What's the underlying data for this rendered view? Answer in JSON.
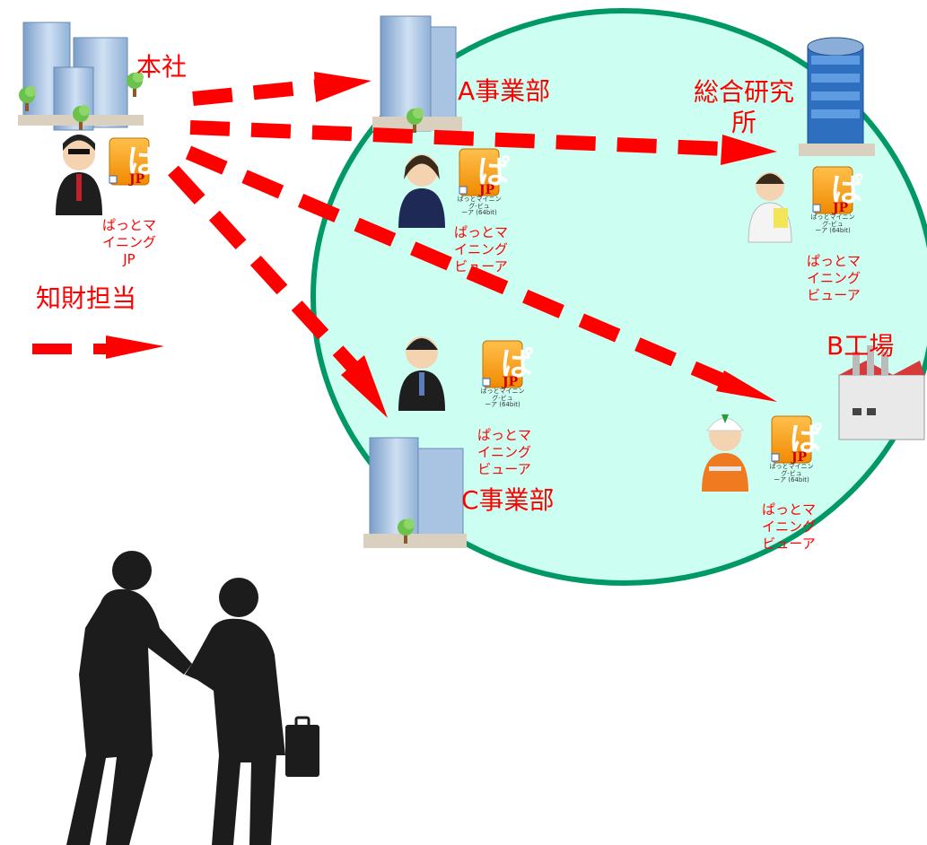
{
  "labels": {
    "headquarters": "本社",
    "division_a": "A事業部",
    "research_lab": "総合研究\n所",
    "ip_staff": "知財担当",
    "factory_b": "B工場",
    "division_c": "C事業部",
    "app_hq": "ぱっとマ\nイニング\nJP",
    "app_a": "ぱっとマ\nイニング\nビューア",
    "app_lab": "ぱっとマ\nイニング\nビューア",
    "app_c": "ぱっとマ\nイニング\nビューア",
    "app_factory": "ぱっとマ\nイニング\nビューア"
  },
  "icon": {
    "glyph": "ぱ",
    "badge": "JP",
    "caption_viewer": "ぱっとマイニング-ビュ\nーア (64bit)"
  },
  "colors": {
    "arrow": "#ff0000",
    "circle_fill": "#ccfff2",
    "circle_stroke": "#009966",
    "icon_orange": "#f5a623",
    "silhouette": "#1c1c1c"
  }
}
